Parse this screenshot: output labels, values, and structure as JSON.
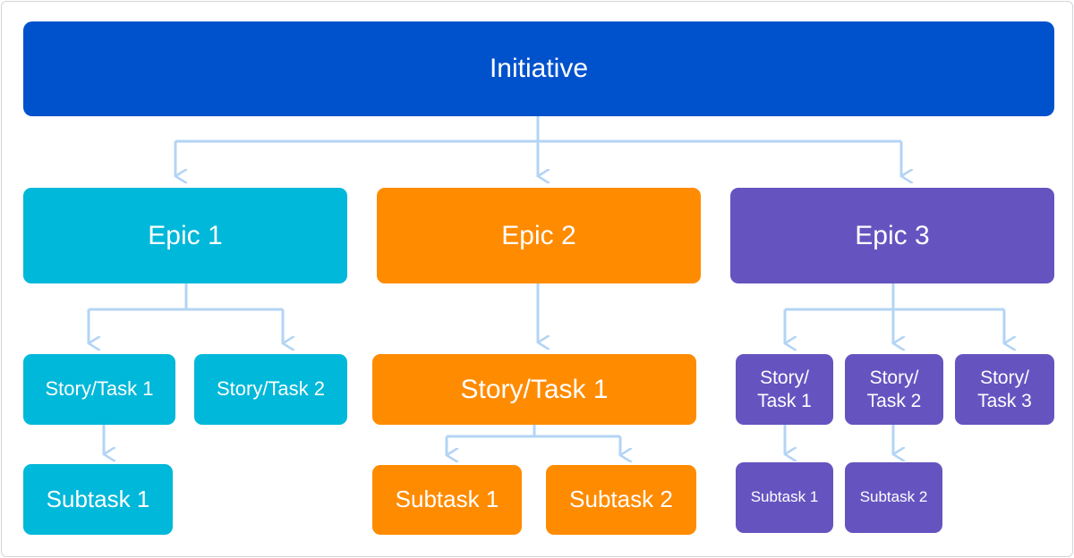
{
  "colors": {
    "initiative": "#0052cc",
    "epic1": "#00b8d9",
    "epic2": "#ff8b00",
    "epic3": "#6554c0",
    "connector": "#b3d4f5"
  },
  "initiative": {
    "label": "Initiative"
  },
  "epic1": {
    "label": "Epic 1",
    "stories": [
      "Story/Task 1",
      "Story/Task 2"
    ],
    "subtasks": [
      "Subtask 1"
    ]
  },
  "epic2": {
    "label": "Epic 2",
    "stories": [
      "Story/Task 1"
    ],
    "subtasks": [
      "Subtask 1",
      "Subtask 2"
    ]
  },
  "epic3": {
    "label": "Epic 3",
    "stories": [
      "Story/\nTask 1",
      "Story/\nTask 2",
      "Story/\nTask 3"
    ],
    "subtasks": [
      "Subtask 1",
      "Subtask 2"
    ]
  }
}
